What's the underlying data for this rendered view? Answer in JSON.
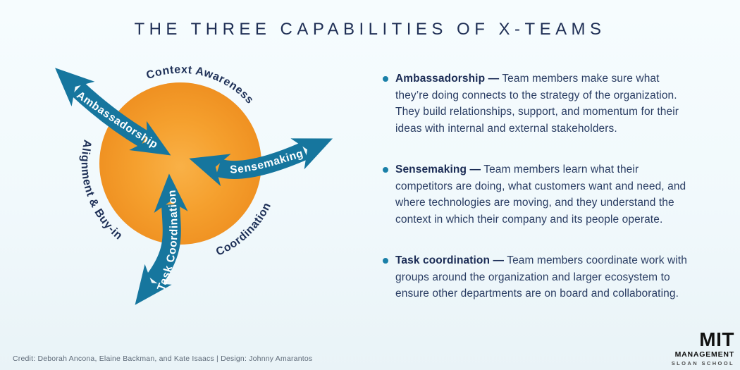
{
  "title": "THE THREE CAPABILITIES OF X-TEAMS",
  "diagram": {
    "arrow_labels": {
      "ambassadorship": "Ambassadorship",
      "sensemaking": "Sensemaking",
      "task_coordination": "Task Coordination"
    },
    "ring_labels": {
      "top": "Context Awareness",
      "left": "Alignment & Buy-in",
      "bottom": "Coordination"
    },
    "colors": {
      "arrow_teal": "#16769e",
      "circle_center_orange": "#f9b147",
      "circle_edge_orange": "#ee8d1e",
      "label_navy": "#1e3057"
    }
  },
  "bullets": [
    {
      "term": "Ambassadorship",
      "dash": "—",
      "text": "Team members make sure what they’re doing connects to the strategy of the organization. They build relationships, support, and momentum for their ideas with internal and external stakeholders."
    },
    {
      "term": "Sensemaking",
      "dash": "—",
      "text": "Team members learn what their competitors are doing, what customers want and need, and where technologies are moving, and they understand the context in which their company and its people operate."
    },
    {
      "term": "Task coordination",
      "dash": "—",
      "text": "Team members coordinate work with groups around the organization and larger ecosystem to ensure other departments are on board and collaborating."
    }
  ],
  "footer": {
    "credit": "Credit: Deborah Ancona, Elaine Backman, and Kate Isaacs | Design: Johnny Amarantos"
  },
  "logo": {
    "line1": "MIT",
    "line2": "MANAGEMENT",
    "line3": "SLOAN SCHOOL"
  }
}
